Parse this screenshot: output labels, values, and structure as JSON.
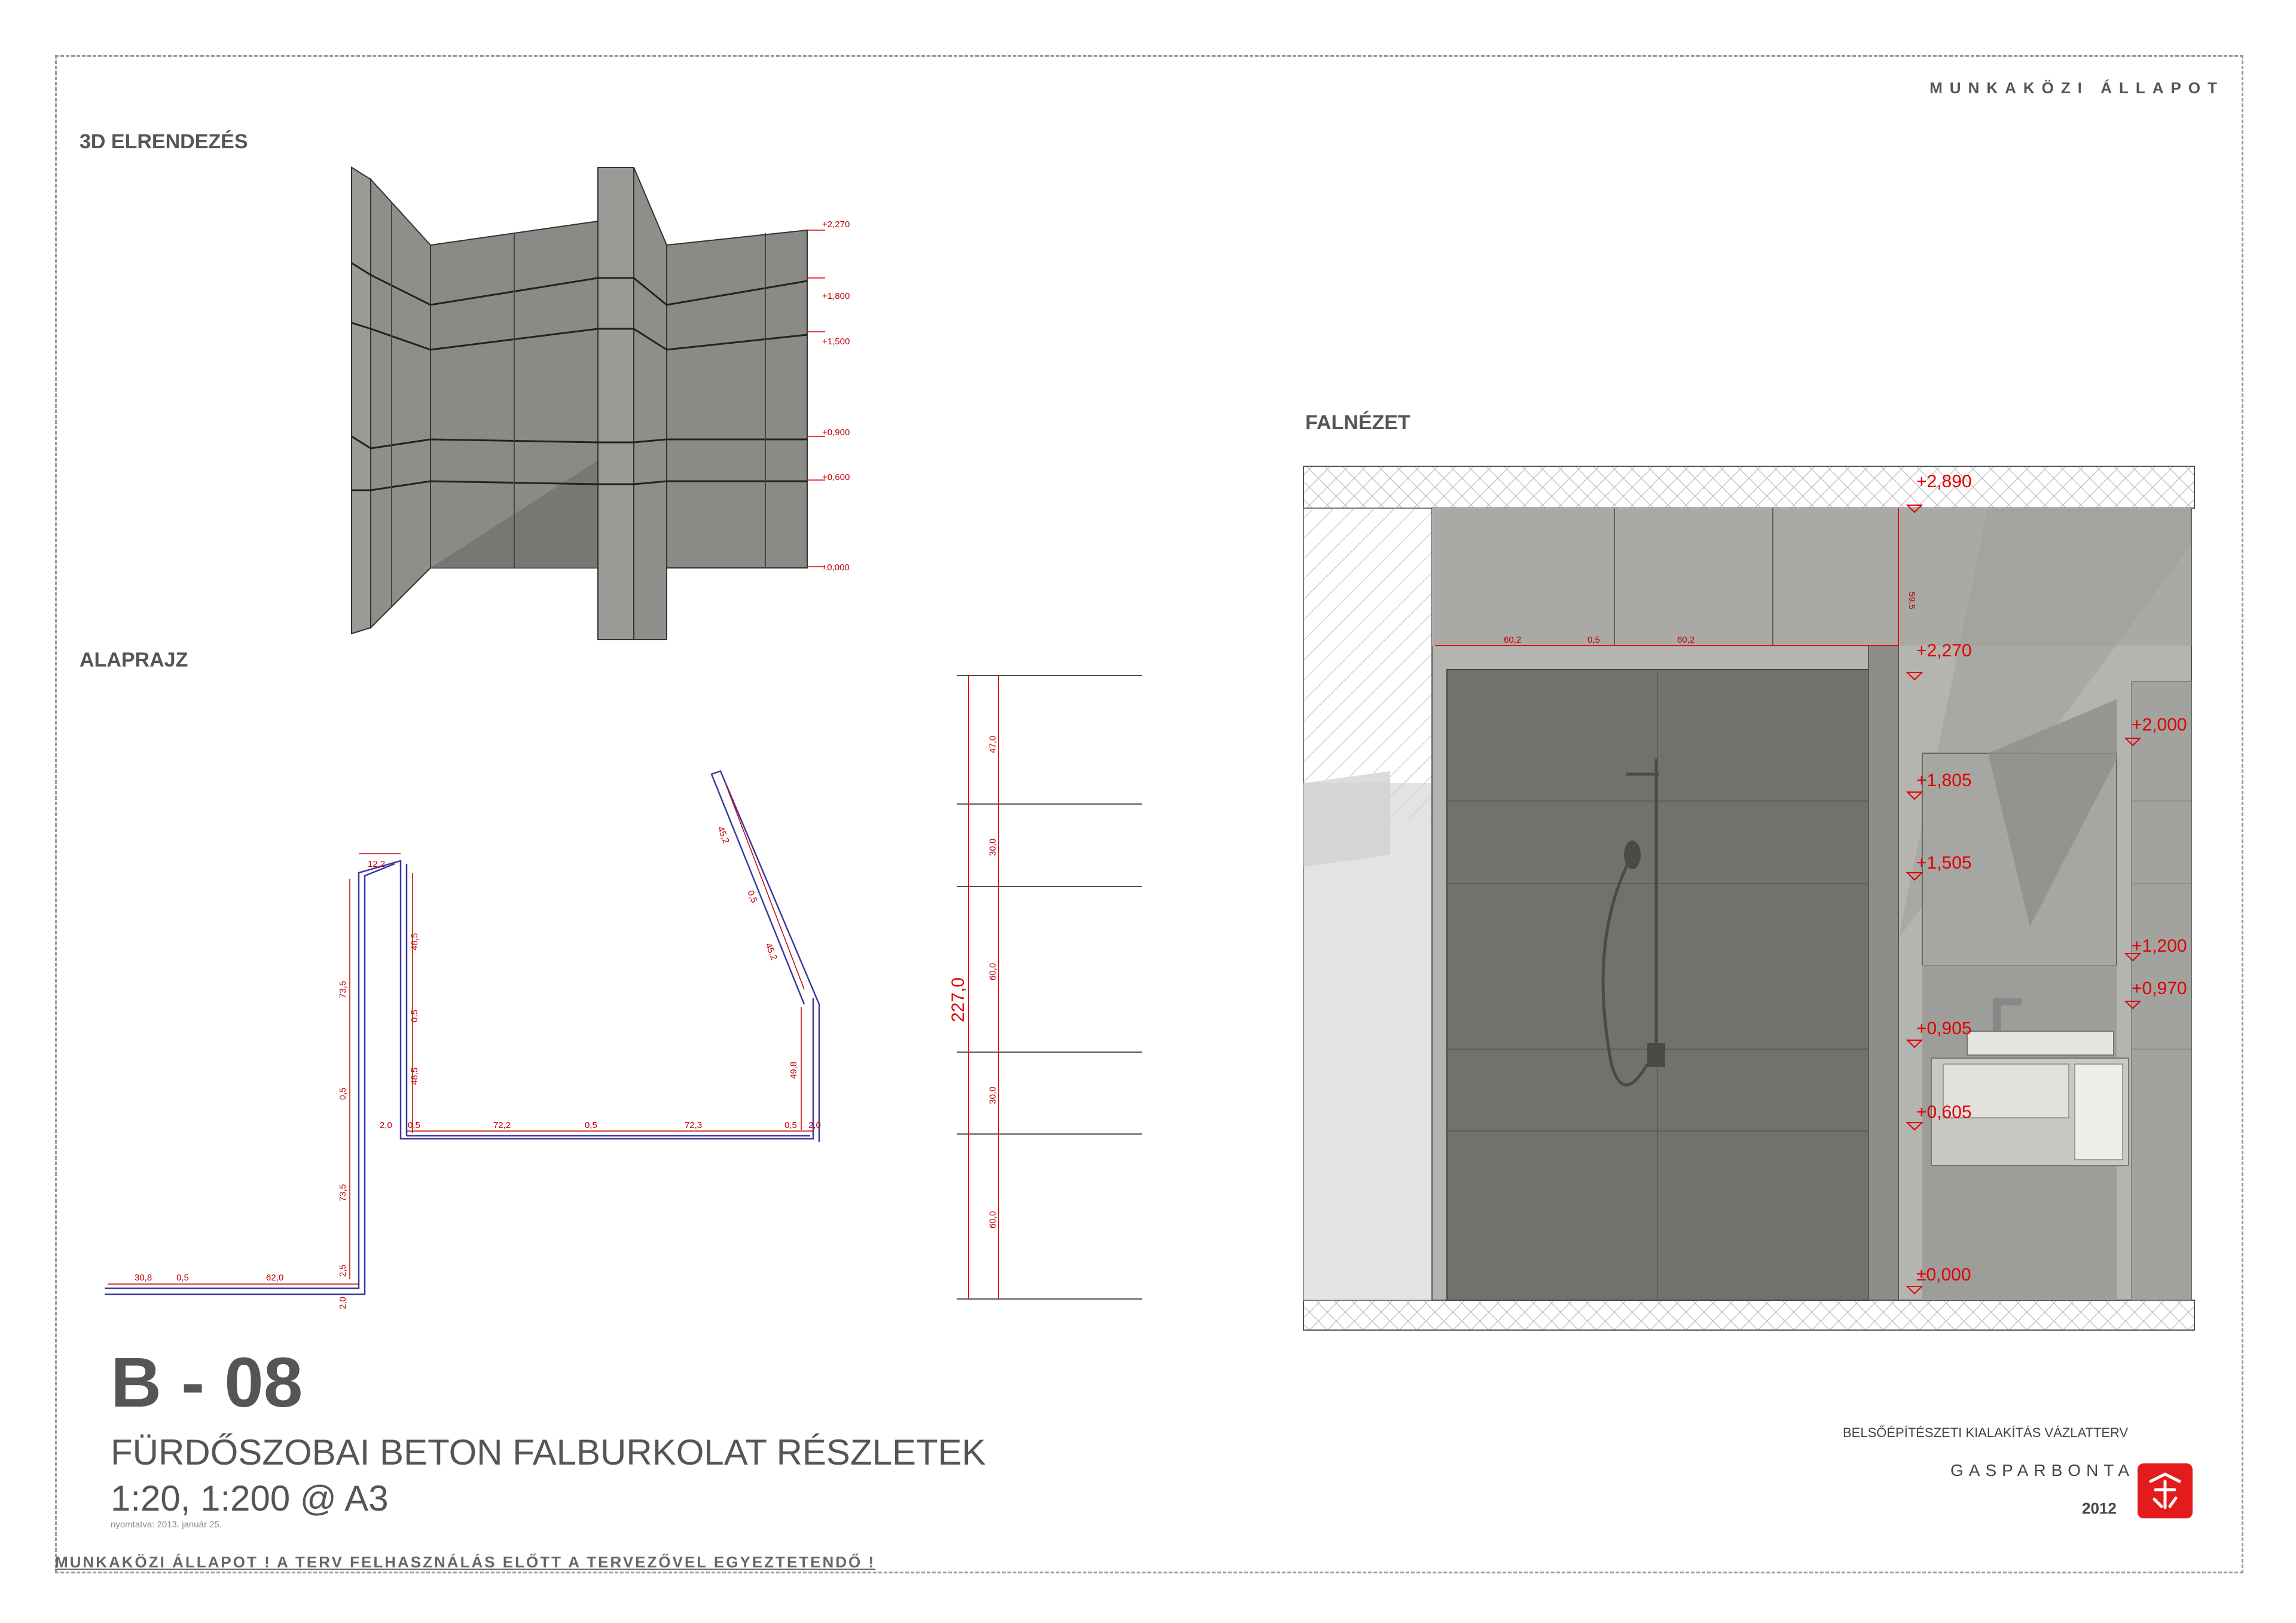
{
  "header": {
    "status": "MUNKAKÖZI ÁLLAPOT"
  },
  "sections": {
    "view3d": "3D ELRENDEZÉS",
    "plan": "ALAPRAJZ",
    "elevation": "FALNÉZET"
  },
  "view3d_levels": [
    "+2,270",
    "+1,800",
    "+1,500",
    "+0,900",
    "+0,600",
    "±0,000"
  ],
  "plan_dims": {
    "d1": "30,8",
    "d2": "0,5",
    "d3": "62,0",
    "d4": "2,5",
    "d5": "2,0",
    "v1": "73,5",
    "v2": "0,5",
    "v3": "73,5",
    "top": "12,2",
    "h1": "48,5",
    "h2": "0,5",
    "h3": "48,5",
    "b1": "2,0",
    "b2": "0,5",
    "b3": "72,2",
    "b4": "0,5",
    "b5": "72,3",
    "b6": "0,5",
    "b7": "2,0",
    "s1": "45,2",
    "s2": "0,5",
    "s3": "45,2",
    "s4": "49,8"
  },
  "vertical_section": {
    "total": "227,0",
    "segments": [
      "47,0",
      "30,0",
      "60,0",
      "30,0",
      "60,0"
    ]
  },
  "elevation_levels": {
    "top": "+2,890",
    "l2270": "+2,270",
    "l2000": "+2,000",
    "l1805": "+1,805",
    "l1505": "+1,505",
    "l1200": "+1,200",
    "l0970": "+0,970",
    "l0905": "+0,905",
    "l0605": "+0,605",
    "l0000": "±0,000"
  },
  "elevation_dims": {
    "w1": "60,2",
    "w2": "0,5",
    "w3": "60,2",
    "h": "59,5"
  },
  "titleblock": {
    "code": "B - 08",
    "title": "FÜRDŐSZOBAI BETON FALBURKOLAT RÉSZLETEK",
    "scale": "1:20, 1:200 @ A3",
    "printed": "nyomtatva: 2013. január 25.",
    "warning": "MUNKAKÖZI ÁLLAPOT !  A TERV FELHASZNÁLÁS ELŐTT A TERVEZŐVEL EGYEZTETENDŐ !",
    "project": "BELSŐÉPÍTÉSZETI KIALAKÍTÁS VÁZLATTERV",
    "designer": "GASPARBONTA",
    "year": "2012"
  },
  "colors": {
    "dimension": "#e00000",
    "concrete": "#8a8a86",
    "plan_line": "#3a3aa0"
  }
}
